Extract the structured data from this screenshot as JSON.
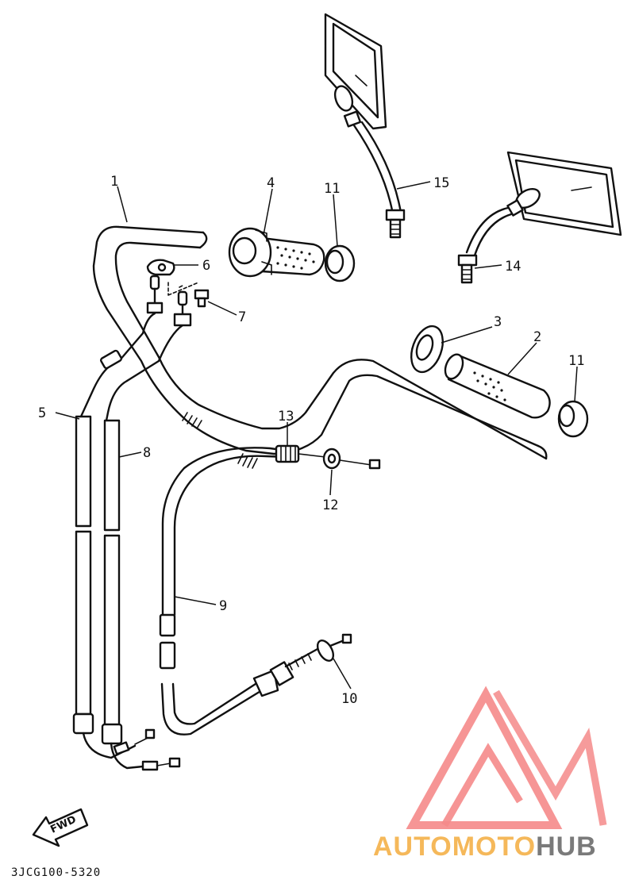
{
  "diagram": {
    "code": "3JCG100-5320",
    "fwd_label": "FWD"
  },
  "callouts": [
    {
      "id": "c1",
      "label": "1"
    },
    {
      "id": "c2",
      "label": "2"
    },
    {
      "id": "c3",
      "label": "3"
    },
    {
      "id": "c4",
      "label": "4"
    },
    {
      "id": "c5",
      "label": "5"
    },
    {
      "id": "c6",
      "label": "6"
    },
    {
      "id": "c7",
      "label": "7"
    },
    {
      "id": "c8",
      "label": "8"
    },
    {
      "id": "c9",
      "label": "9"
    },
    {
      "id": "c10",
      "label": "10"
    },
    {
      "id": "c11a",
      "label": "11"
    },
    {
      "id": "c11b",
      "label": "11"
    },
    {
      "id": "c12",
      "label": "12"
    },
    {
      "id": "c13",
      "label": "13"
    },
    {
      "id": "c14",
      "label": "14"
    },
    {
      "id": "c15",
      "label": "15"
    }
  ],
  "watermark": {
    "part1": "AUTOMOTO",
    "part2": "HUB",
    "color1": "#f58a8a",
    "color2": "#f5b85a",
    "color3": "#7a7a7a"
  }
}
